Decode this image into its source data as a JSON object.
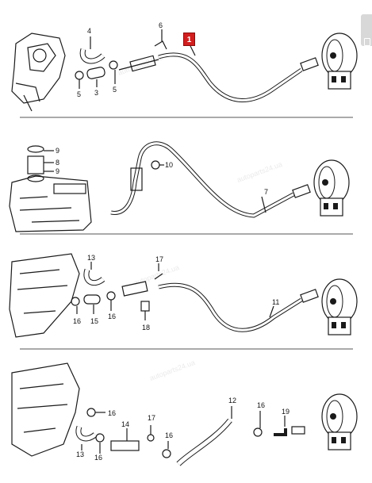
{
  "diagram": {
    "highlight_callout": "1",
    "panels": [
      {
        "callouts": [
          "4",
          "6",
          "5",
          "3",
          "5"
        ]
      },
      {
        "callouts": [
          "9",
          "8",
          "9",
          "10",
          "7"
        ]
      },
      {
        "callouts": [
          "13",
          "17",
          "16",
          "15",
          "16",
          "18",
          "11"
        ]
      },
      {
        "callouts": [
          "16",
          "14",
          "17",
          "13",
          "16",
          "16",
          "12",
          "16",
          "19"
        ]
      }
    ],
    "watermark": "autoparts24.ua"
  },
  "colors": {
    "line": "#1a1a1a",
    "highlight": "#d11f1f",
    "divider": "#555555"
  }
}
